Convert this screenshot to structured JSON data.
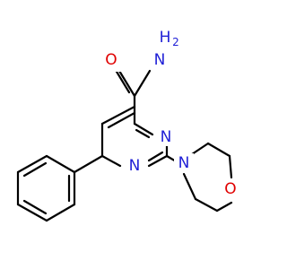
{
  "molecule": {
    "atoms": [
      {
        "id": "N_amide",
        "text": "N",
        "color": "#1f1fd6",
        "hydrogens": "H",
        "h_subscript": "2",
        "h_color": "#1f1fd6"
      },
      {
        "id": "O_carbonyl",
        "text": "O",
        "color": "#e00000"
      },
      {
        "id": "N3",
        "text": "N",
        "color": "#1f1fd6"
      },
      {
        "id": "N1",
        "text": "N",
        "color": "#1f1fd6"
      },
      {
        "id": "N_morpholine",
        "text": "N",
        "color": "#1f1fd6"
      },
      {
        "id": "O_morpholine",
        "text": "O",
        "color": "#e00000"
      }
    ],
    "colors": {
      "bond": "#000000",
      "nitrogen": "#1f1fd6",
      "oxygen": "#e00000",
      "background": "#ffffff"
    }
  }
}
